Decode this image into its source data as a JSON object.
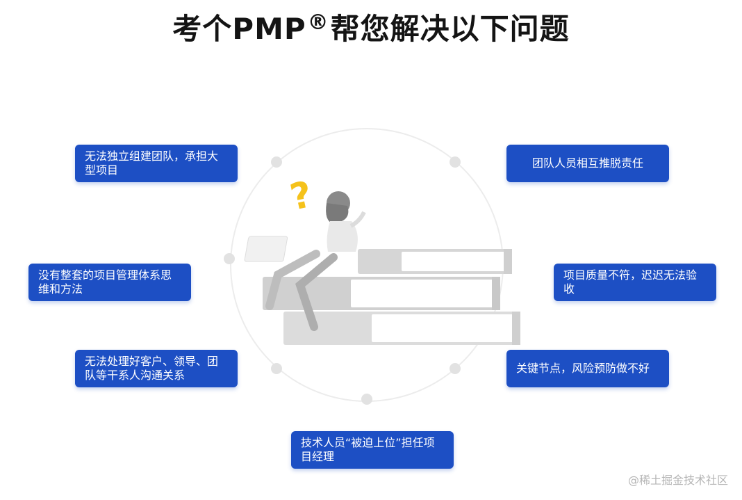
{
  "title": {
    "main": "考个PMP",
    "mark": "®",
    "rest": "帮您解决以下问题"
  },
  "problems": [
    {
      "text": "无法独立组建团队，承担大型项目"
    },
    {
      "text": "团队人员相互推脱责任"
    },
    {
      "text": "没有整套的项目管理体系思维和方法"
    },
    {
      "text": "项目质量不符，迟迟无法验收"
    },
    {
      "text": "无法处理好客户、领导、团队等干系人沟通关系"
    },
    {
      "text": "关键节点，风险预防做不好"
    },
    {
      "text": "技术人员“被迫上位”担任项目经理"
    }
  ],
  "illustration": {
    "icon": "question-mark-icon",
    "figure": "person-with-laptop-on-books"
  },
  "watermark": "@稀土掘金技术社区",
  "colors": {
    "card": "#1d4fc4",
    "question_mark": "#f5c21b",
    "circle": "#e9e9e9"
  }
}
